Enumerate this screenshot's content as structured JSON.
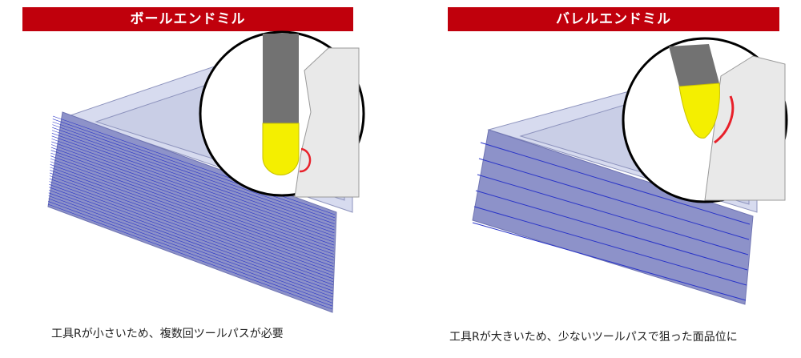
{
  "panels": [
    {
      "id": "ball",
      "title": "ボールエンドミル",
      "caption": "工具Rが小さいため、複数回ツールパスが必要",
      "colors": {
        "banner": "#c0000c",
        "toolpath": "#2a35c8",
        "tool_tip": "#f4ef00",
        "arc": "#e8202a"
      }
    },
    {
      "id": "barrel",
      "title": "バレルエンドミル",
      "caption": "工具Rが大きいため、少ないツールパスで狙った面品位に",
      "colors": {
        "banner": "#c0000c",
        "toolpath": "#2a35c8",
        "tool_tip": "#f4ef00",
        "arc": "#e8202a"
      }
    }
  ]
}
